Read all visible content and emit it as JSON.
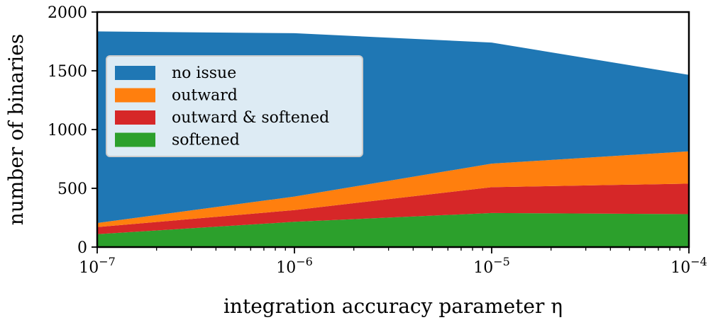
{
  "chart_data": {
    "type": "area",
    "stacked": true,
    "xscale": "log",
    "x": [
      1e-07,
      1e-06,
      1e-05,
      0.0001
    ],
    "xticks": [
      {
        "value": 1e-07,
        "base": "10",
        "exp": "−7"
      },
      {
        "value": 1e-06,
        "base": "10",
        "exp": "−6"
      },
      {
        "value": 1e-05,
        "base": "10",
        "exp": "−5"
      },
      {
        "value": 0.0001,
        "base": "10",
        "exp": "−4"
      }
    ],
    "xlim": [
      1e-07,
      0.0001
    ],
    "ylim": [
      0,
      2000
    ],
    "yticks": [
      0,
      500,
      1000,
      1500,
      2000
    ],
    "xlabel": "integration accuracy parameter η",
    "ylabel": "number of binaries",
    "grid": false,
    "legend_position": "upper-left",
    "series": [
      {
        "name": "softened",
        "color": "#2ca02c",
        "values": [
          110,
          215,
          290,
          280
        ]
      },
      {
        "name": "outward & softened",
        "color": "#d62728",
        "values": [
          60,
          100,
          220,
          260
        ]
      },
      {
        "name": "outward",
        "color": "#ff7f0e",
        "values": [
          35,
          115,
          200,
          275
        ]
      },
      {
        "name": "no issue",
        "color": "#1f77b4",
        "values": [
          1630,
          1390,
          1030,
          650
        ]
      }
    ],
    "legend_order": [
      "no issue",
      "outward",
      "outward & softened",
      "softened"
    ]
  }
}
